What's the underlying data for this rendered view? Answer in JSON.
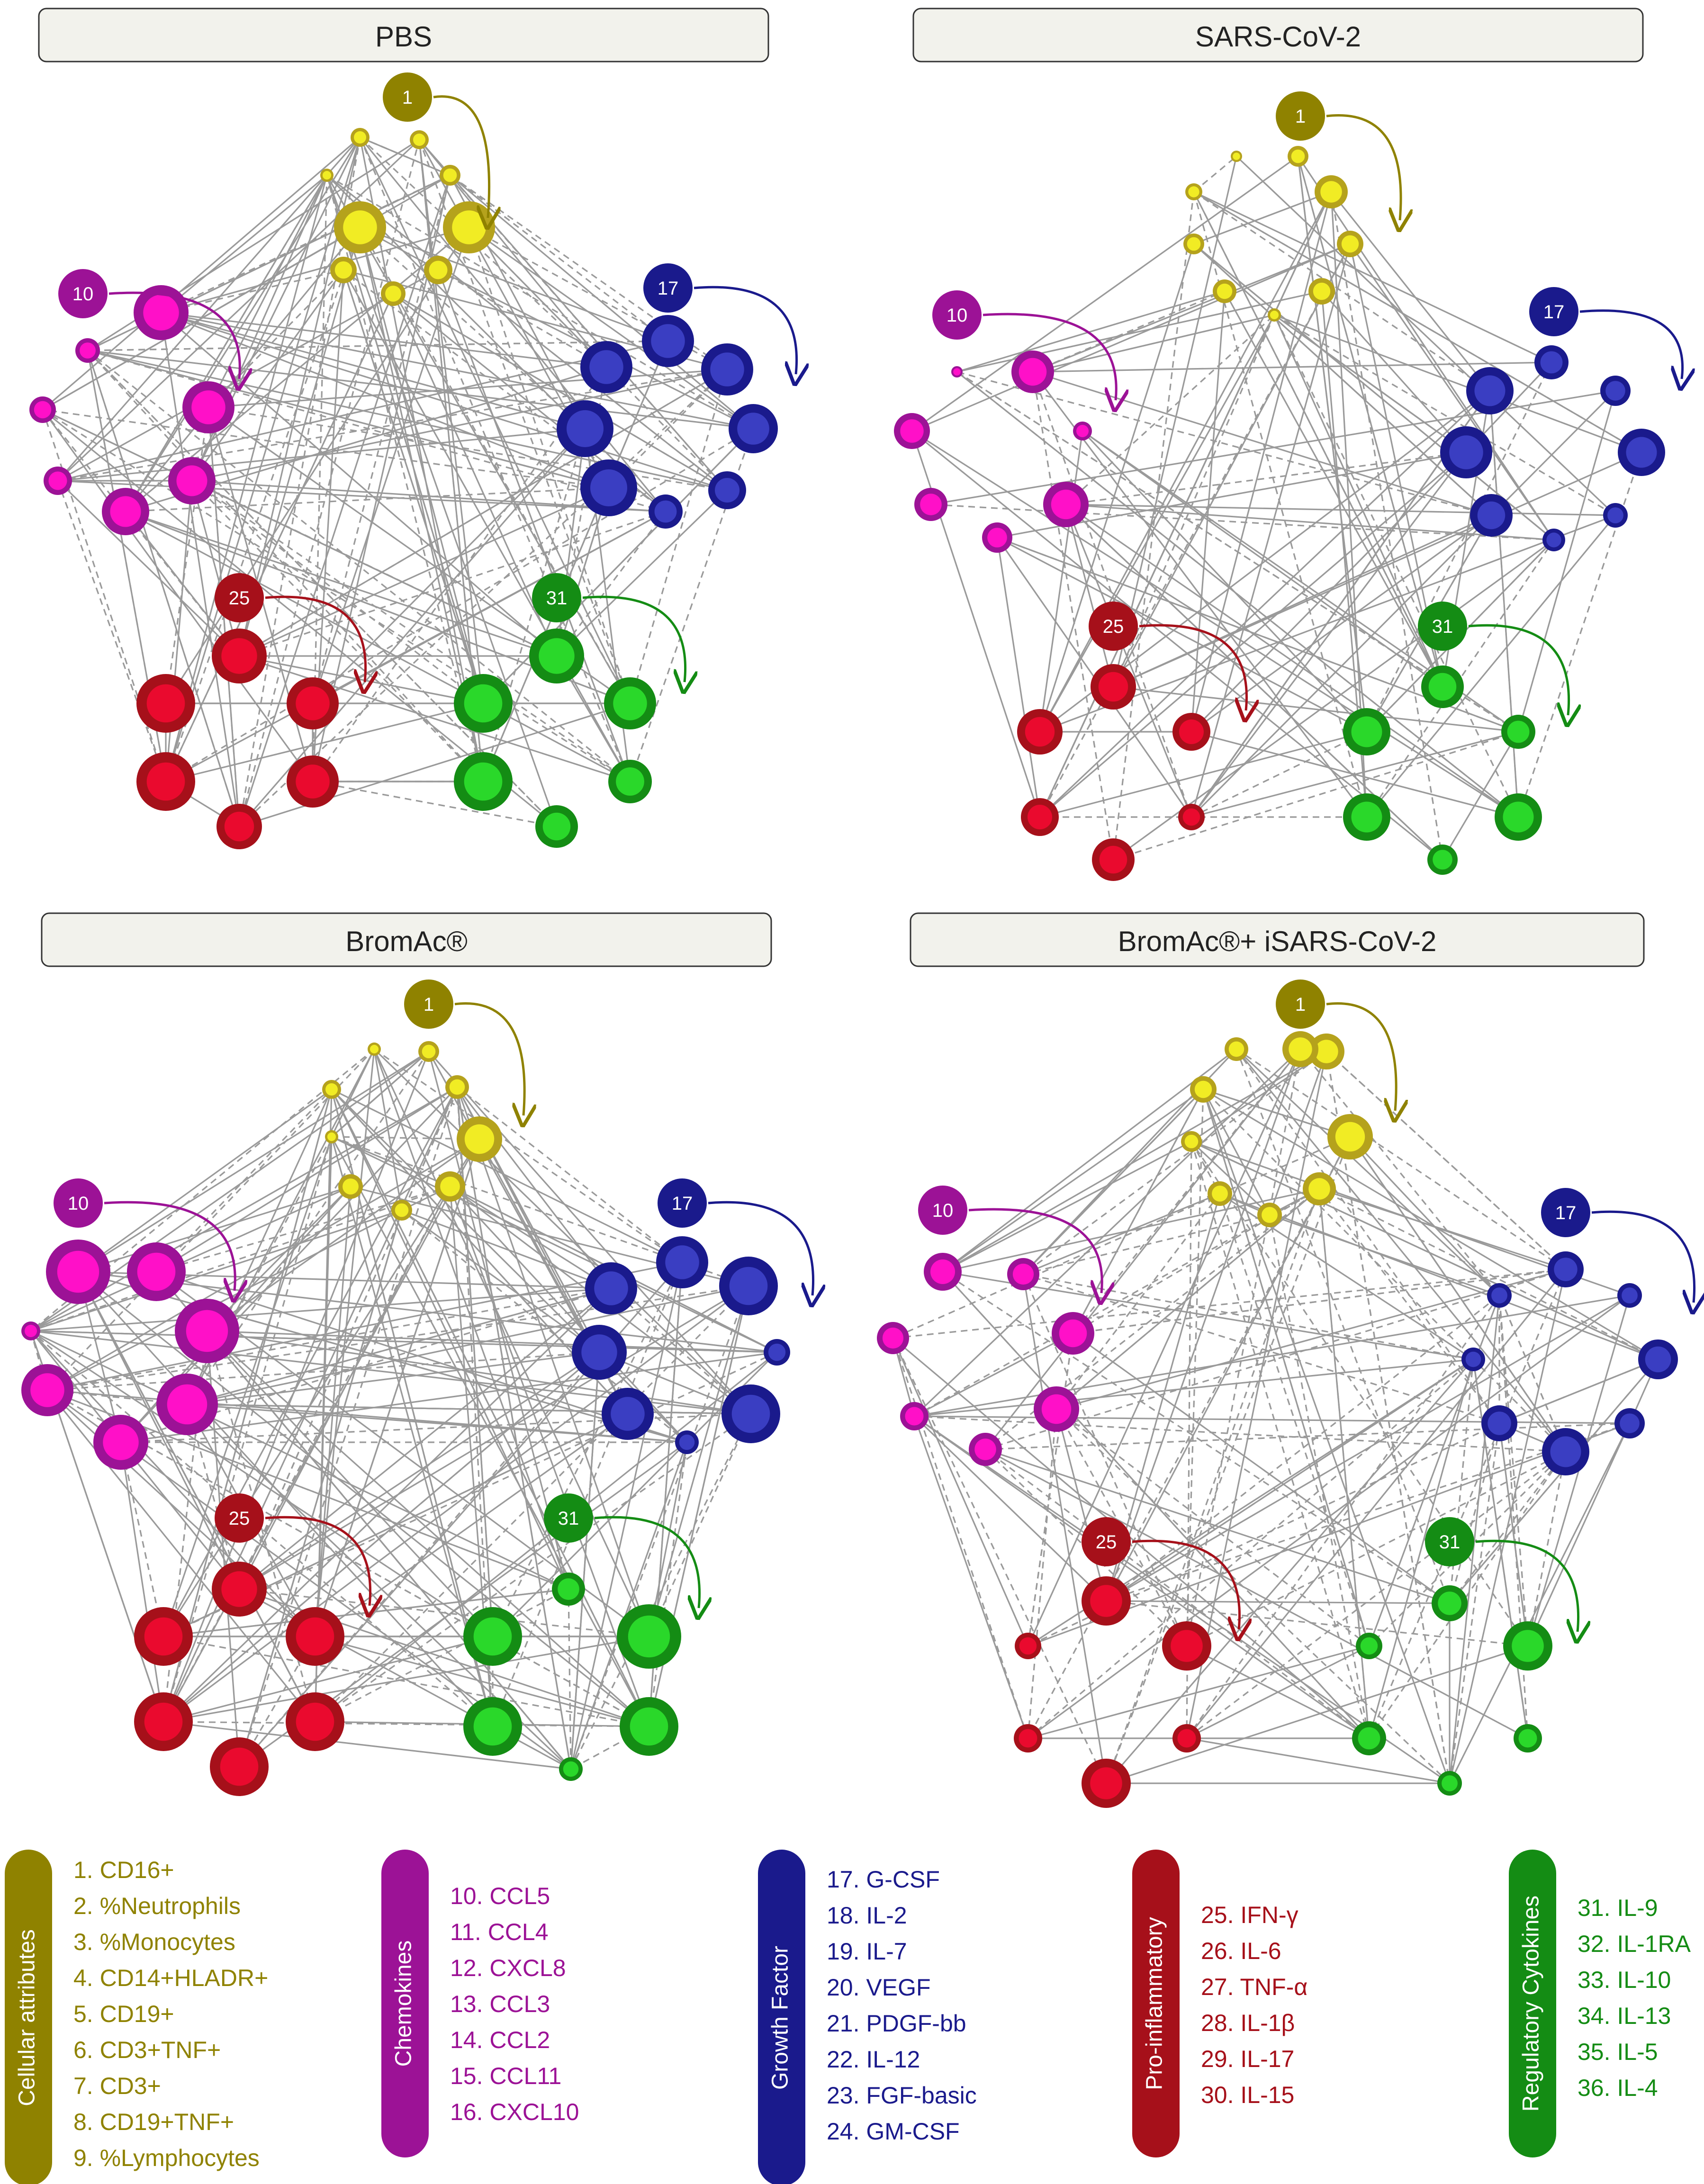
{
  "colors": {
    "cellular": "#b5a21c",
    "cellular_dark": "#8f8200",
    "cellular_fill": "#f1ec24",
    "chemokines": "#ff10c8",
    "chemokines_dark": "#9c1296",
    "growth": "#3a3ec2",
    "growth_dark": "#1a1a8c",
    "pro": "#ea0a2e",
    "pro_dark": "#a6101a",
    "reg": "#2ad82a",
    "reg_dark": "#148c14",
    "edge": "#9a9a9a",
    "title_bg": "#f2f2ec"
  },
  "panels": [
    {
      "title": "PBS",
      "anchors": [
        {
          "num": "1",
          "group": "cellular"
        },
        {
          "num": "10",
          "group": "chemokines"
        },
        {
          "num": "17",
          "group": "growth"
        },
        {
          "num": "25",
          "group": "pro"
        },
        {
          "num": "31",
          "group": "reg"
        }
      ]
    },
    {
      "title": "SARS-CoV-2",
      "anchors": [
        {
          "num": "1",
          "group": "cellular"
        },
        {
          "num": "10",
          "group": "chemokines"
        },
        {
          "num": "17",
          "group": "growth"
        },
        {
          "num": "25",
          "group": "pro"
        },
        {
          "num": "31",
          "group": "reg"
        }
      ]
    },
    {
      "title": "BromAc®",
      "anchors": [
        {
          "num": "1",
          "group": "cellular"
        },
        {
          "num": "10",
          "group": "chemokines"
        },
        {
          "num": "17",
          "group": "growth"
        },
        {
          "num": "25",
          "group": "pro"
        },
        {
          "num": "31",
          "group": "reg"
        }
      ]
    },
    {
      "title": "BromAc®+ iSARS-CoV-2",
      "anchors": [
        {
          "num": "1",
          "group": "cellular"
        },
        {
          "num": "10",
          "group": "chemokines"
        },
        {
          "num": "17",
          "group": "growth"
        },
        {
          "num": "25",
          "group": "pro"
        },
        {
          "num": "31",
          "group": "reg"
        }
      ]
    }
  ],
  "legend": [
    {
      "name": "Cellular attributes",
      "group": "cellular",
      "items": [
        "1.  CD16+",
        "2.  %Neutrophils",
        "3.  %Monocytes",
        "4.  CD14+HLADR+",
        "5.  CD19+",
        "6.  CD3+TNF+",
        "7.  CD3+",
        "8.  CD19+TNF+",
        "9.  %Lymphocytes"
      ]
    },
    {
      "name": "Chemokines",
      "group": "chemokines",
      "items": [
        "10. CCL5",
        "11. CCL4",
        "12. CXCL8",
        "13. CCL3",
        "14. CCL2",
        "15. CCL11",
        "16. CXCL10"
      ]
    },
    {
      "name": "Growth Factor",
      "group": "growth",
      "items": [
        "17. G-CSF",
        "18. IL-2",
        "19. IL-7",
        "20. VEGF",
        "21. PDGF-bb",
        "22. IL-12",
        "23. FGF-basic",
        "24. GM-CSF"
      ]
    },
    {
      "name": "Pro-inflammatory",
      "group": "pro",
      "items": [
        "25. IFN-γ",
        "26. IL-6",
        "27. TNF-α",
        "28. IL-1β",
        "29. IL-17",
        "30. IL-15"
      ]
    },
    {
      "name": "Regulatory Cytokines",
      "group": "reg",
      "items": [
        "31. IL-9",
        "32. IL-1RA",
        "33. IL-10",
        "34. IL-13",
        "35. IL-5",
        "36. IL-4"
      ]
    }
  ]
}
